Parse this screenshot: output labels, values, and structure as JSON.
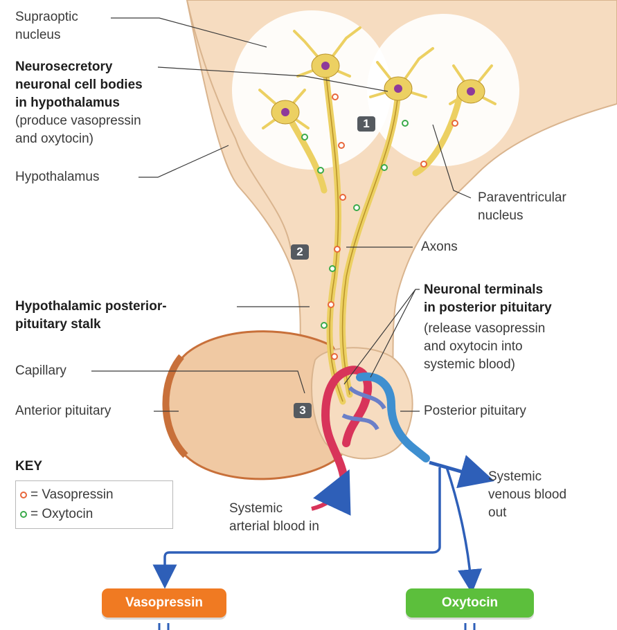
{
  "labels": {
    "supraoptic": [
      "Supraoptic",
      "nucleus"
    ],
    "neurosecretory": [
      "Neurosecretory",
      "neuronal cell bodies",
      "in hypothalamus"
    ],
    "neurosecretory_note": [
      "(produce vasopressin",
      "and oxytocin)"
    ],
    "hypothalamus": "Hypothalamus",
    "paraventricular": [
      "Paraventricular",
      "nucleus"
    ],
    "axons": "Axons",
    "stalk": [
      "Hypothalamic posterior-",
      "pituitary stalk"
    ],
    "terminals": [
      "Neuronal terminals",
      "in posterior pituitary"
    ],
    "terminals_note": [
      "(release vasopressin",
      "and oxytocin into",
      "systemic blood)"
    ],
    "capillary": "Capillary",
    "anterior_pituitary": "Anterior pituitary",
    "posterior_pituitary": "Posterior pituitary",
    "venous": [
      "Systemic",
      "venous blood",
      "out"
    ],
    "arterial": [
      "Systemic",
      "arterial blood in"
    ]
  },
  "steps": [
    "1",
    "2",
    "3"
  ],
  "key": {
    "title": "KEY",
    "items": [
      {
        "text": "= Vasopressin",
        "color": "#e8663a"
      },
      {
        "text": "= Oxytocin",
        "color": "#3aaa4a"
      }
    ]
  },
  "hormones": [
    {
      "text": "Vasopressin",
      "color": "#f07a22"
    },
    {
      "text": "Oxytocin",
      "color": "#5cbf3c"
    }
  ],
  "colors": {
    "tissue": "#f6dcc0",
    "anterior_pituitary": "#f0c9a3",
    "anterior_edge": "#c8703a",
    "neuron": "#ecd062",
    "neuron_edge": "#b8912a",
    "nucleus": "#8e3a9a",
    "artery": "#d8345a",
    "vein": "#3e8fd0",
    "flow_arrow": "#2e5fb8"
  }
}
